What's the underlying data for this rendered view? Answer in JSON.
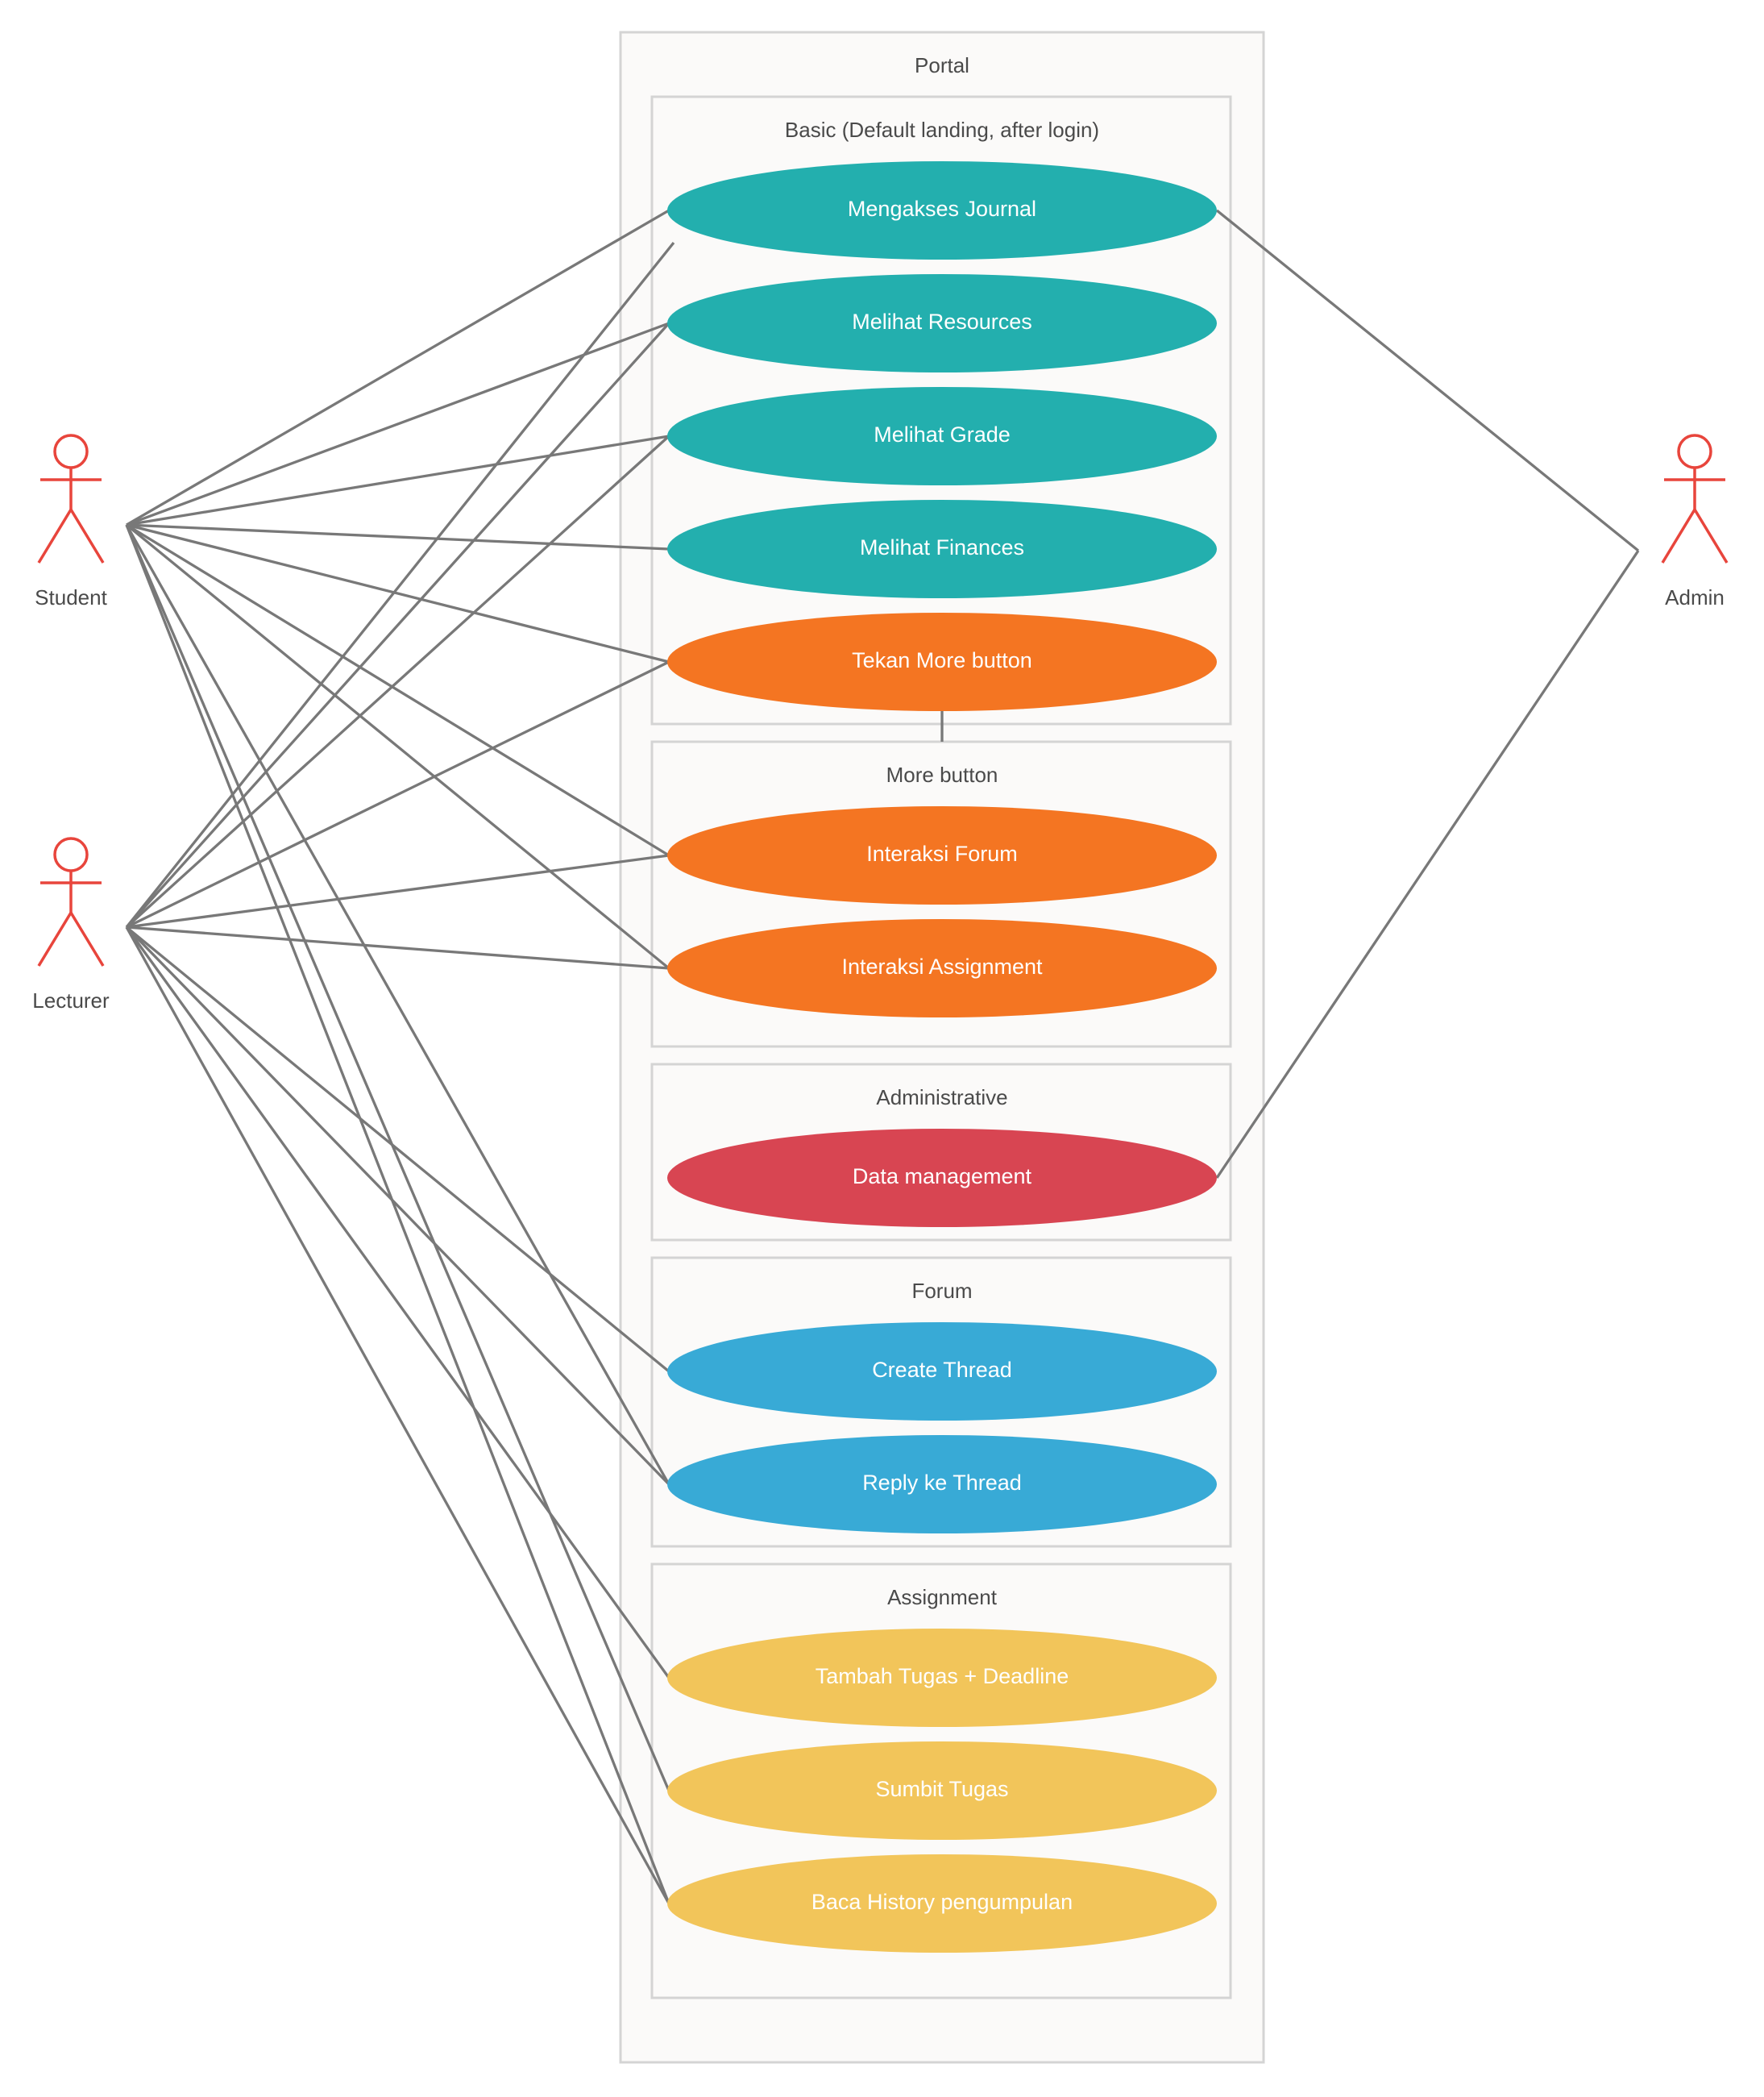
{
  "colors": {
    "teal": "#23afae",
    "orange": "#f47522",
    "red": "#d84552",
    "blue": "#38aad6",
    "yellow": "#f2c55a",
    "line": "#787878",
    "actor": "#e8453c",
    "frame_fill": "#fbfaf9",
    "frame_border": "#d4d4d4"
  },
  "system": {
    "title": "Portal"
  },
  "packages": {
    "basic": {
      "title": "Basic (Default landing, after login)"
    },
    "more": {
      "title": "More button"
    },
    "administrative": {
      "title": "Administrative"
    },
    "forum": {
      "title": "Forum"
    },
    "assignment": {
      "title": "Assignment"
    }
  },
  "use_cases": {
    "journal": {
      "label": "Mengakses Journal",
      "color": "teal"
    },
    "resources": {
      "label": "Melihat Resources",
      "color": "teal"
    },
    "grade": {
      "label": "Melihat Grade",
      "color": "teal"
    },
    "finances": {
      "label": "Melihat Finances",
      "color": "teal"
    },
    "more_btn": {
      "label": "Tekan More button",
      "color": "orange"
    },
    "forum_int": {
      "label": "Interaksi Forum",
      "color": "orange"
    },
    "assign_int": {
      "label": "Interaksi Assignment",
      "color": "orange"
    },
    "data_mgmt": {
      "label": "Data management",
      "color": "red"
    },
    "create_thread": {
      "label": "Create Thread",
      "color": "blue"
    },
    "reply_thread": {
      "label": "Reply ke Thread",
      "color": "blue"
    },
    "tambah_tugas": {
      "label": "Tambah Tugas + Deadline",
      "color": "yellow"
    },
    "sumbit_tugas": {
      "label": "Sumbit Tugas",
      "color": "yellow"
    },
    "history": {
      "label": "Baca History pengumpulan",
      "color": "yellow"
    }
  },
  "actors": {
    "student": {
      "name": "Student"
    },
    "lecturer": {
      "name": "Lecturer"
    },
    "admin": {
      "name": "Admin"
    }
  },
  "associations": [
    {
      "actor": "student",
      "use_case": "journal"
    },
    {
      "actor": "student",
      "use_case": "resources"
    },
    {
      "actor": "student",
      "use_case": "grade"
    },
    {
      "actor": "student",
      "use_case": "finances"
    },
    {
      "actor": "student",
      "use_case": "more_btn"
    },
    {
      "actor": "student",
      "use_case": "forum_int"
    },
    {
      "actor": "student",
      "use_case": "assign_int"
    },
    {
      "actor": "student",
      "use_case": "reply_thread"
    },
    {
      "actor": "student",
      "use_case": "sumbit_tugas"
    },
    {
      "actor": "student",
      "use_case": "history"
    },
    {
      "actor": "lecturer",
      "use_case": "journal"
    },
    {
      "actor": "lecturer",
      "use_case": "resources"
    },
    {
      "actor": "lecturer",
      "use_case": "grade"
    },
    {
      "actor": "lecturer",
      "use_case": "more_btn"
    },
    {
      "actor": "lecturer",
      "use_case": "forum_int"
    },
    {
      "actor": "lecturer",
      "use_case": "assign_int"
    },
    {
      "actor": "lecturer",
      "use_case": "create_thread"
    },
    {
      "actor": "lecturer",
      "use_case": "reply_thread"
    },
    {
      "actor": "lecturer",
      "use_case": "tambah_tugas"
    },
    {
      "actor": "lecturer",
      "use_case": "history"
    },
    {
      "actor": "admin",
      "use_case": "journal"
    },
    {
      "actor": "admin",
      "use_case": "data_mgmt"
    },
    {
      "use_case_a": "more_btn",
      "use_case_b": "more"
    }
  ]
}
